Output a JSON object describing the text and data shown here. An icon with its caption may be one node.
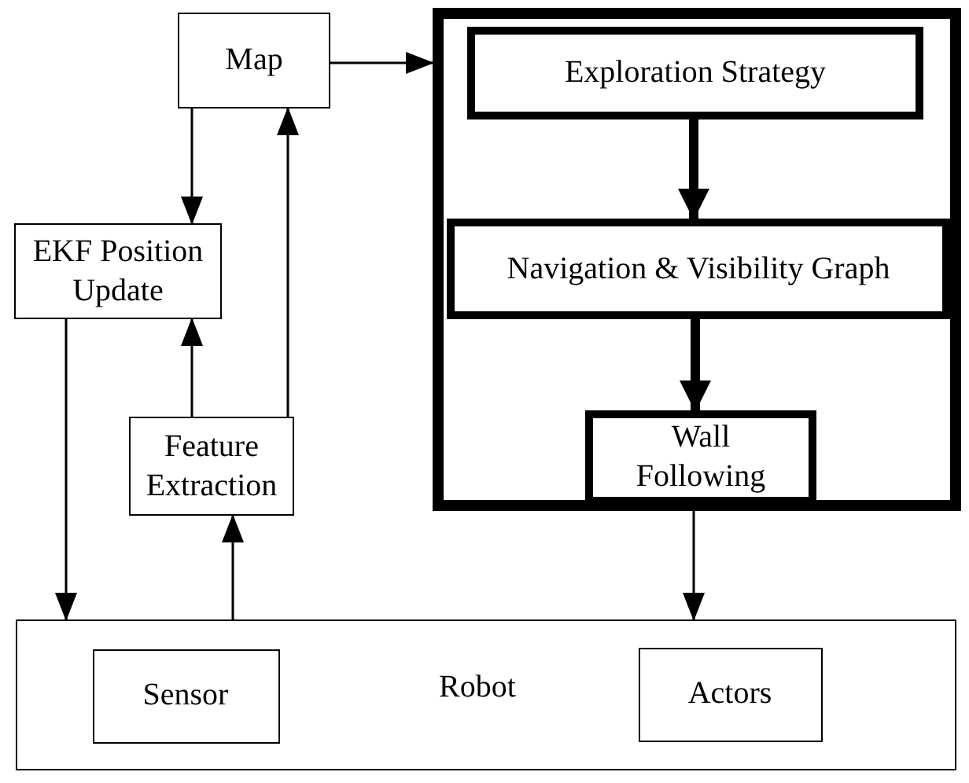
{
  "diagram": {
    "nodes": [
      {
        "text": [
          "Map"
        ]
      },
      {
        "text": [],
        "shape": "box"
      },
      {
        "text": [
          "Exploration Strategy"
        ],
        "in": 1
      },
      {
        "text": [
          "Navigation & Visibility Graph"
        ],
        "in": 1
      },
      {
        "text": [
          "Wall Following"
        ],
        "in": 1
      },
      {
        "text": [
          "EKF Position Update"
        ]
      },
      {
        "text": [
          "Feature Extraction"
        ]
      },
      {
        "text": [
          "Robot"
        ]
      },
      {
        "text": [
          "Sensor"
        ],
        "in": 7
      },
      {
        "text": [
          "Actors"
        ],
        "in": 7
      }
    ],
    "edges": [
      {
        "from": 0,
        "to": 1,
        "arrow": "to"
      },
      {
        "from": 0,
        "to": 5,
        "arrow": "to"
      },
      {
        "from": 6,
        "to": 0,
        "arrow": "to"
      },
      {
        "from": 6,
        "to": 5,
        "arrow": "to"
      },
      {
        "from": 5,
        "to": 7,
        "arrow": "to"
      },
      {
        "from": 7,
        "to": 6,
        "arrow": "to"
      },
      {
        "from": 2,
        "to": 3,
        "arrow": "to",
        "style": "thick"
      },
      {
        "from": 3,
        "to": 4,
        "arrow": "to",
        "style": "thick"
      },
      {
        "from": 1,
        "to": 7,
        "arrow": "to"
      }
    ]
  }
}
